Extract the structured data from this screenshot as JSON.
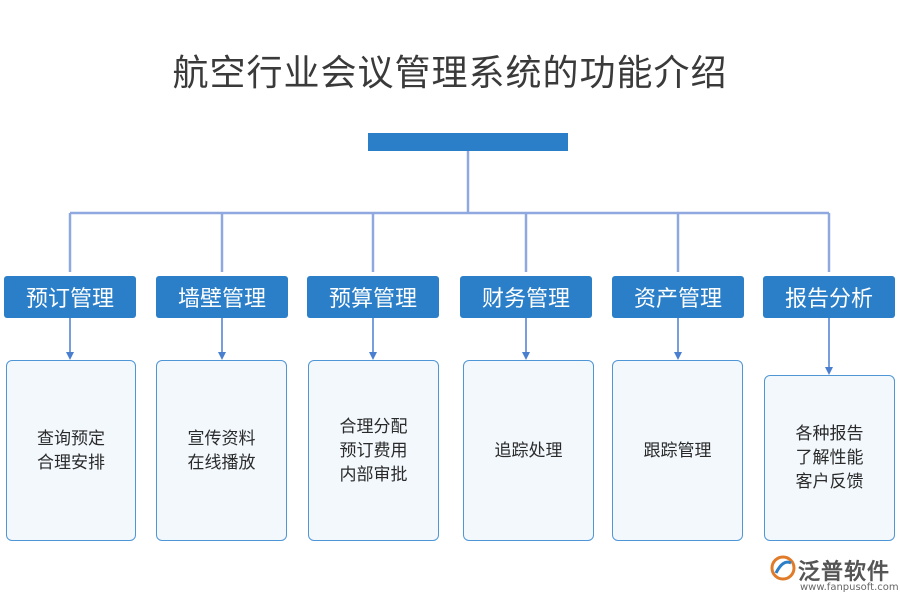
{
  "title": "航空行业会议管理系统的功能介绍",
  "root_label": "",
  "modules": [
    {
      "name": "预订管理",
      "functions": [
        "查询预定",
        "合理安排"
      ]
    },
    {
      "name": "墙壁管理",
      "functions": [
        "宣传资料",
        "在线播放"
      ]
    },
    {
      "name": "预算管理",
      "functions": [
        "合理分配",
        "预订费用",
        "内部审批"
      ]
    },
    {
      "name": "财务管理",
      "functions": [
        "追踪处理"
      ]
    },
    {
      "name": "资产管理",
      "functions": [
        "跟踪管理"
      ]
    },
    {
      "name": "报告分析",
      "functions": [
        "各种报告",
        "了解性能",
        "客户反馈"
      ]
    }
  ],
  "logo": {
    "name": "泛普软件",
    "url": "www.fanpusoft.com"
  },
  "colors": {
    "accent": "#2b7fc9",
    "connector": "#8fa8e0",
    "card_border": "#4f96d6",
    "card_bg": "#f3f8fd"
  }
}
